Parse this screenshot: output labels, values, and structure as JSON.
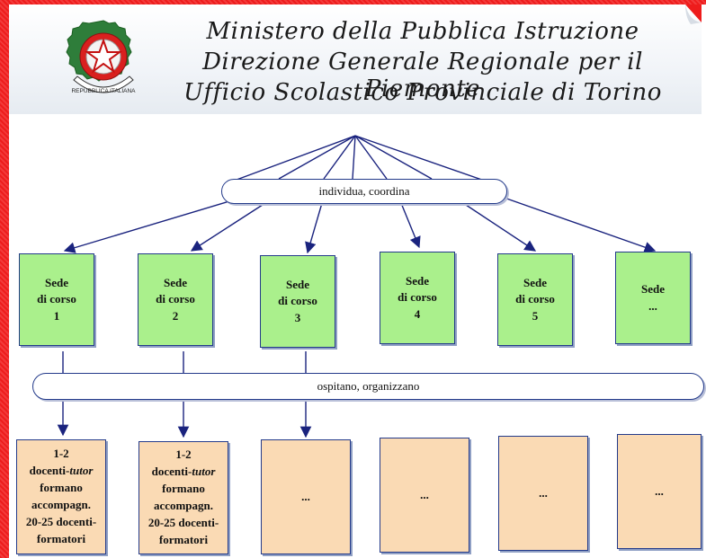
{
  "header": {
    "line1": "Ministero della Pubblica Istruzione",
    "line2": "Direzione Generale Regionale per il Piemonte",
    "line3": "Ufficio Scolastico Provinciale di Torino",
    "emblem_text": "REPUBBLICA ITALIANA",
    "icon": "italian-republic-emblem"
  },
  "diagram": {
    "top_pill": "individua, coordina",
    "middle_pill": "ospitano, organizzano",
    "sedi": [
      "Sede\ndi corso\n1",
      "Sede\ndi corso\n2",
      "Sede\ndi corso\n3",
      "Sede\ndi corso\n4",
      "Sede\ndi corso\n5",
      "Sede\n..."
    ],
    "teams": [
      {
        "pre": "1-2\ndocenti-",
        "em": "tutor",
        "post": "\nformano\naccompagn.\n20-25 docenti-\nformatori"
      },
      {
        "pre": "1-2\ndocenti-",
        "em": "tutor",
        "post": "\nformano\naccompagn.\n20-25 docenti-\nformatori"
      },
      {
        "pre": "...",
        "em": "",
        "post": ""
      },
      {
        "pre": "...",
        "em": "",
        "post": ""
      },
      {
        "pre": "...",
        "em": "",
        "post": ""
      },
      {
        "pre": "...",
        "em": "",
        "post": ""
      }
    ]
  },
  "colors": {
    "background": "#ee1c1c",
    "sede_fill": "#aaf08c",
    "team_fill": "#fadab4",
    "border": "#233a8a"
  }
}
